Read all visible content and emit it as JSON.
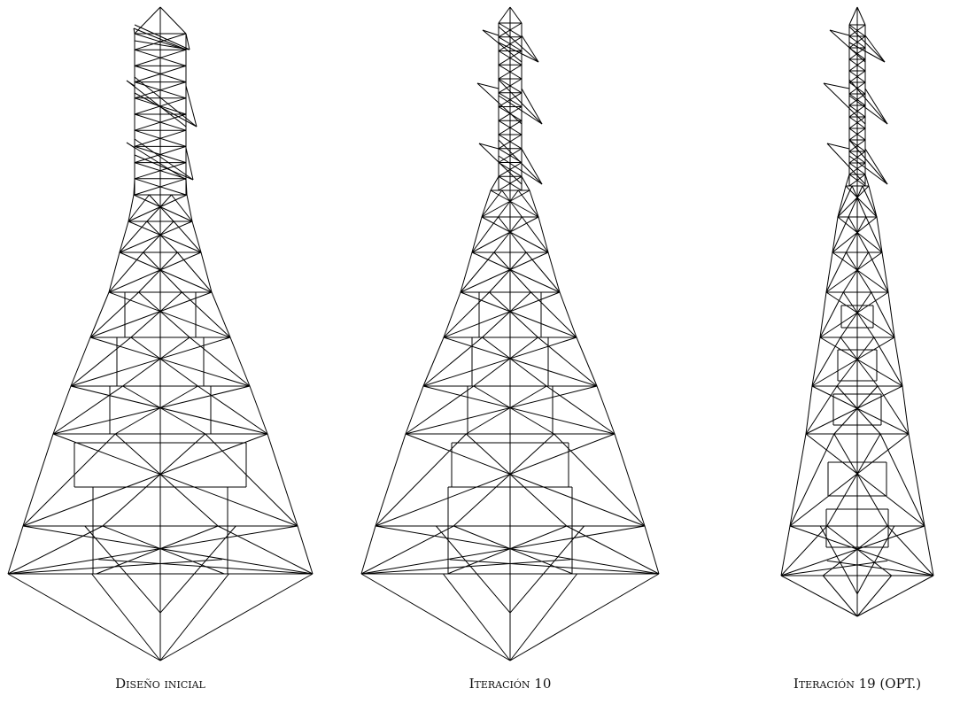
{
  "figure": {
    "panels": [
      {
        "id": "initial",
        "caption": "Diseño inicial"
      },
      {
        "id": "iter10",
        "caption": "Iteración 10"
      },
      {
        "id": "iter19",
        "caption": "Iteración 19 (OPT.)"
      }
    ],
    "line_color": "#000000",
    "background": "#ffffff"
  }
}
